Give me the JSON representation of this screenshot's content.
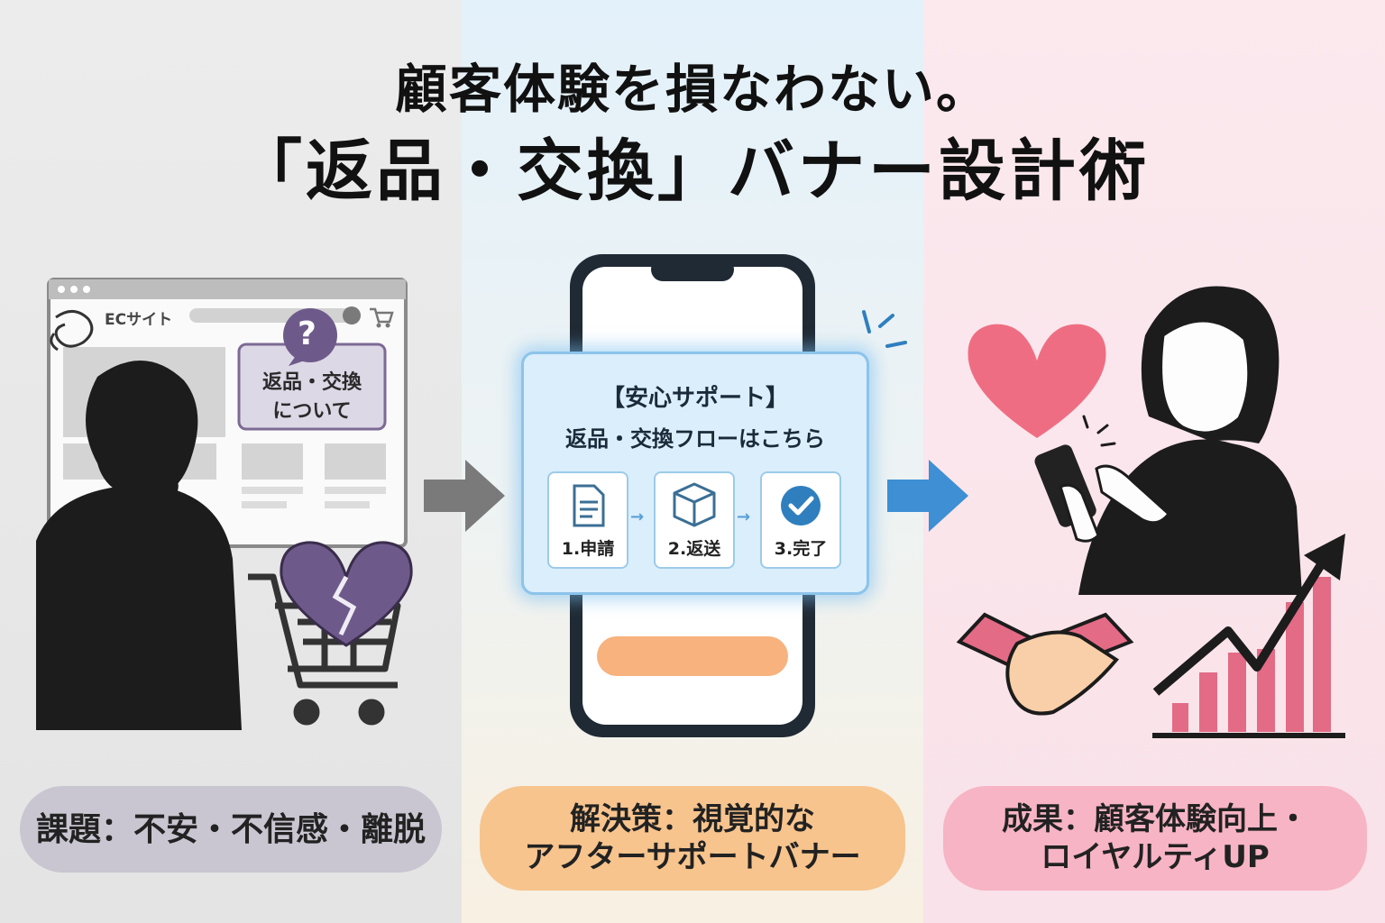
{
  "title": {
    "line1": "顧客体験を損なわない。",
    "line2": "「返品・交換」バナー設計術"
  },
  "left_panel": {
    "browser_label": "ECサイト",
    "question_mark": "?",
    "bubble_line1": "返品・交換",
    "bubble_line2": "について",
    "caption": "課題：不安・不信感・離脱"
  },
  "middle_panel": {
    "banner_heading": "【安心サポート】",
    "banner_subheading": "返品・交換フローはこちら",
    "steps": [
      {
        "label": "1.申請",
        "icon": "document-icon"
      },
      {
        "label": "2.返送",
        "icon": "box-icon"
      },
      {
        "label": "3.完了",
        "icon": "check-circle-icon"
      }
    ],
    "caption_line1": "解決策：視覚的な",
    "caption_line2": "アフターサポートバナー"
  },
  "right_panel": {
    "caption_line1": "成果：顧客体験向上・",
    "caption_line2": "ロイヤルティUP"
  },
  "colors": {
    "left_bg": "#e8e8e8",
    "middle_bg": "#e7f2f8",
    "right_bg": "#fae6ec",
    "purple": "#6e5a8a",
    "blue_arrow": "#3e8fd3",
    "gray_arrow": "#7a7a7a",
    "pink": "#e36b86"
  }
}
